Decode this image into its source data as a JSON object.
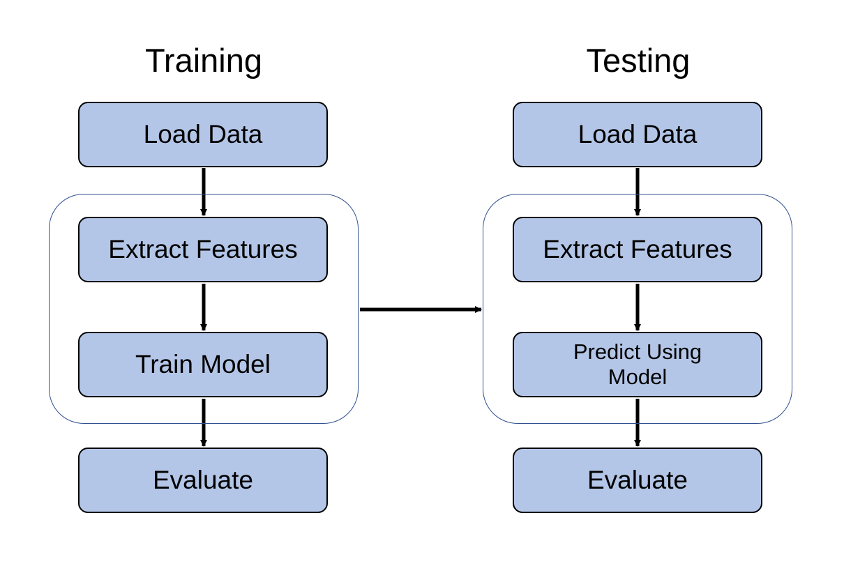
{
  "training": {
    "title": "Training",
    "steps": [
      "Load Data",
      "Extract Features",
      "Train Model",
      "Evaluate"
    ]
  },
  "testing": {
    "title": "Testing",
    "steps": [
      "Load Data",
      "Extract Features",
      "Predict Using Model",
      "Evaluate"
    ]
  },
  "colors": {
    "box_fill": "#b4c6e7",
    "box_border": "#000000",
    "group_border": "#2f4f8f",
    "arrow": "#000000"
  }
}
